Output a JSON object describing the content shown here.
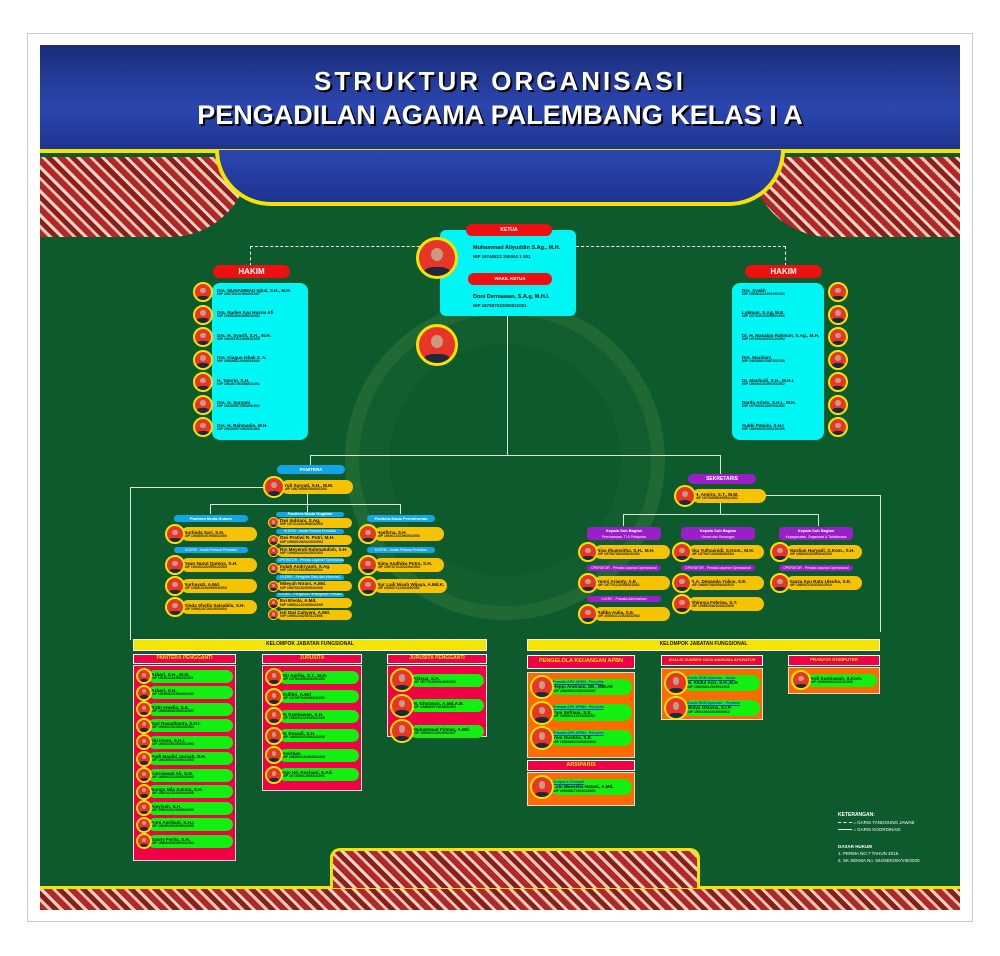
{
  "title": {
    "line1": "STRUKTUR ORGANISASI",
    "line2": "PENGADILAN AGAMA PALEMBANG KELAS I A"
  },
  "ketua": {
    "label": "KETUA",
    "name": "Muhammad Aliyuddin S.Ag., M.H.",
    "nip": "NIP 19740812 200003 1 001"
  },
  "wakil": {
    "label": "WAKIL KETUA",
    "name": "Doni Dermawan, S.A.g, M.H.I.",
    "nip": "NIP 197507022005021001"
  },
  "hakim_left": {
    "label": "HAKIM",
    "items": [
      {
        "name": "Drs. MUHAMMAD Iqbal, S.H., M.H.",
        "nip": "NIP 196703101994031007"
      },
      {
        "name": "Dra. Raden Ayu Husna Afi",
        "nip": "NIP 196504091993032002"
      },
      {
        "name": "Drs. H. Syarifi, S.H., M.H.",
        "nip": "NIP 196401011993031005"
      },
      {
        "name": "Drs. Kiagus Ishak Z. A.",
        "nip": "NIP 196608111993031004"
      },
      {
        "name": "H. Tamrin, S.H.",
        "nip": "NIP 196407291988021001"
      },
      {
        "name": "Drs. H. Suryani",
        "nip": "NIP 196305071993031002"
      },
      {
        "name": "Drs. H. Rahmadin, M.H.",
        "nip": "NIP 196305071993031002"
      }
    ]
  },
  "hakim_right": {
    "label": "HAKIM",
    "items": [
      {
        "name": "Drs. Syakh",
        "nip": "NIP 196304211991031003"
      },
      {
        "name": "Lukman, S.Ag, M.E.",
        "nip": "NIP 197410102005021001"
      },
      {
        "name": "Dr. H. Masalan Rahman, S.Ag., M.H.",
        "nip": "NIP 197609232003121002"
      },
      {
        "name": "Drs. Mardiani",
        "nip": "NIP 196305011987031005"
      },
      {
        "name": "Dr. Machudi, S.H., M.H.I.",
        "nip": "NIP 196003181991031002"
      },
      {
        "name": "Darda Aristo, S.H.I., M.H.",
        "nip": "NIP 197902012007041001"
      },
      {
        "name": "Subki Pataini, S.H.I",
        "nip": "NIP 196905201001101006"
      }
    ]
  },
  "panitera": {
    "label": "PANITERA",
    "name": "Yuli Suryati, S.H., M.M.",
    "nip": "NIP 196709081994031003"
  },
  "sekretaris": {
    "label": "SEKRETARIS",
    "name": "H. Amirin, S.T., M.M.",
    "nip": "NIP 197505082005021001"
  },
  "panitera_cols": [
    {
      "label": "Panitera Muda Hukum",
      "items": [
        {
          "name": "Nurlinda Sari, S.H.",
          "nip": "NIP 196805191994032003"
        },
        {
          "sub": "KLERIK - Analis Perkara Peradilan"
        },
        {
          "name": "Dean Nurul Qumria, S.H.",
          "nip": "NIP 199402202020122004"
        },
        {
          "name": "Nurhayati, A.Md.",
          "nip": "NIP 198312102006042004"
        },
        {
          "name": "Dinda Shofia Salsabila, S.H.",
          "nip": "NIP 199912072024032004"
        }
      ]
    },
    {
      "label": "Panitera Muda Gugatan",
      "items": [
        {
          "name": "Dwi Indriani, S.Ag.",
          "nip": "NIP 197212261998032003"
        },
        {
          "sub": "KLERIK - Analis Perkara Peradilan"
        },
        {
          "name": "Dwi Pratiwi R. Putri, M.H.",
          "nip": "NIP 199301282022032003"
        },
        {
          "name": "Rio Meyendi Rahmatullah, S.H.",
          "nip": "NIP 199804232022031003"
        },
        {
          "sub": "OPERATOR - Penata Layanan Operasional"
        },
        {
          "name": "Indah Andriyanti, S.Ag.",
          "nip": "NIP 197611052006042002"
        },
        {
          "sub": "KLERIK - Pengolah Data dan Informasi"
        },
        {
          "name": "Mileyah Nirani, A.Md.",
          "nip": "NIP 198702152009042006"
        },
        {
          "sub": "KLERIK - Pengelola Penanganan Perkara"
        },
        {
          "name": "Evi Elvola, A.Md.",
          "nip": "NIP 198511222009042005"
        },
        {
          "name": "Isti Dwi Cahyani, A.Md.",
          "nip": "NIP 199511042020122006"
        }
      ]
    },
    {
      "label": "Panitera Muda Permohonan",
      "items": [
        {
          "name": "Hasfirna, S.H.",
          "nip": "NIP 196911241994032003"
        },
        {
          "sub": "KLERIK - Analis Perkara Peradilan"
        },
        {
          "name": "Bima Andhika Putra, S.H.",
          "nip": "NIP 199707212022031004"
        },
        {
          "name": "Nur Laili Nisah Wijaya, A.Md.K.",
          "nip": "NIP 200007112024052001"
        }
      ]
    }
  ],
  "sekretaris_cols": [
    {
      "label": "Kepala Sub Bagian",
      "label2": "Perencanaan, TI & Pelaporan",
      "items": [
        {
          "name": "Nisa Ilhamsitha, S.H., M.H.",
          "nip": "NIP 197507082006041001"
        },
        {
          "sub": "OPERATOR - Penata Layanan Operasional"
        },
        {
          "name": "Yenni Arianty, S.E.",
          "nip": "NIP 197701132006012001"
        },
        {
          "sub": "KLERK - Pranata Administrasi"
        },
        {
          "name": "Rafika Aulia, S.E.",
          "nip": "NIP 200002122023032002"
        }
      ]
    },
    {
      "label": "Kepala Sub Bagian",
      "label2": "Umum dan Keuangan",
      "items": [
        {
          "name": "Eka Yulhasnidi, S.Kom., M.H.",
          "nip": "NIP 197907132006042004"
        },
        {
          "sub": "OPERATOR - Penata Layanan Operasional"
        },
        {
          "name": "R.A. Denanda Yulice, S.E.",
          "nip": "NIP 198007082006042015"
        },
        {
          "name": "Shinnya Febrina, S.T.",
          "nip": "NIP 199802082023022009"
        }
      ]
    },
    {
      "label": "Kepala Sub Bagian",
      "label2": "Kepegawaian, Organisasi & Tatalaksana",
      "items": [
        {
          "name": "Mardian Haryadi, S.Kom., S.H.",
          "nip": "NIP 198003152006041003"
        },
        {
          "sub": "OPERATOR - Penata Layanan Operasional"
        },
        {
          "name": "Sauza Ayu Ratu Ulsuha, S.E.",
          "nip": "NIP 198001102023022019"
        }
      ]
    }
  ],
  "fungsional_label": "KELOMPOK JABATAN FUNGSIONAL",
  "panitera_pengganti": {
    "label": "PANITERA PENGGANTI",
    "items": [
      {
        "name": "Azhari, S.H., M.Si.",
        "nip": "NIP 196511181994031001"
      },
      {
        "name": "Azhari, S.H.",
        "nip": "NIP 196808291994031003"
      },
      {
        "name": "Rizki Amelia, S.E.",
        "nip": "NIP 198008082006042002"
      },
      {
        "name": "Sari Rasadhanty, S.H.I.",
        "nip": "NIP 198401092006042003"
      },
      {
        "name": "Eki Irwan, S.H.I.",
        "nip": "NIP 198003052006041003"
      },
      {
        "name": "Andi Maulid Jaunah, S.H.",
        "nip": "NIP 198405062009042006"
      },
      {
        "name": "Kurniawati Ali, S.H.",
        "nip": "NIP 198002022006042002"
      },
      {
        "name": "Bunga Nila Sukma, S.H.",
        "nip": "NIP 198201152006042005"
      },
      {
        "name": "Aisyiyah, S.H.",
        "nip": "NIP 198202022009042006"
      },
      {
        "name": "Anni Apriliani, S.H.I.",
        "nip": "NIP 198404052009042005"
      },
      {
        "name": "Sanny Ferita, S.H.",
        "nip": "NIP 198304052006042004"
      }
    ]
  },
  "jurusita": {
    "label": "JURUSITA",
    "items": [
      {
        "name": "Eki Aprilia, S.T., M.H.",
        "nip": "NIP 197904092006041003"
      },
      {
        "name": "Zulfikri, A.Md",
        "nip": "NIP 197907042006041002"
      },
      {
        "name": "M. Kurniawan, S.H.",
        "nip": "NIP 198001102006041003"
      },
      {
        "name": "M. Rosadi, S.H.",
        "nip": "NIP 198005102006041006"
      },
      {
        "name": "Amirhan",
        "nip": "NIP 196802141994031004"
      },
      {
        "name": "Ego Hil. Rochani, S.Ad.",
        "nip": "NIP 197205012006041001"
      }
    ]
  },
  "jurusita_pengganti": {
    "label": "JURUSITA PENGGANTI",
    "items": [
      {
        "name": "Akhyar, S.H.",
        "nip": "NIP 197701052014081001"
      },
      {
        "name": "M. Ghozwan, A.Md.A.B.",
        "nip": "NIP 198806072015031002"
      },
      {
        "name": "Muhammad Firman, A.Md.",
        "nip": "NIP 199002122019031007"
      }
    ]
  },
  "keuangan": {
    "label": "PENGELOLA KEUANGAN APBN",
    "items": [
      {
        "role": "Pranata APK APBN - Penyelia",
        "name": "Heppi Andriani, SE., MM.Ak",
        "nip": "NIP 198005232006042007"
      },
      {
        "role": "Pranata APK APBN - Penyelia",
        "name": "Fani Sefriani, S.E.",
        "nip": "NIP 198001112013032001"
      },
      {
        "role": "Pranata APK APBN - Penyelia",
        "name": "Yani Gustina, S.E.",
        "nip": "NIP 198008022006042004"
      }
    ]
  },
  "arsiparis": {
    "label": "ARSIPARIS",
    "items": [
      {
        "role": "Arsiparis Terampil",
        "name": "Lulu Maesetia Hatani, A.Md.",
        "nip": "NIP 199008172020122001"
      }
    ]
  },
  "sdm": {
    "label": "ANALIS SUMBER DAYA MANUSIA APARATUR",
    "items": [
      {
        "role": "Analis SDM Aparatur - Muda",
        "name": "M. Abdul Aziz, S.H.,M.H",
        "nip": "NIP 198203112009011003"
      },
      {
        "role": "Analis SDM Aparatur - Pertama",
        "name": "Widya Oktavia, S.I.P.",
        "nip": "NIP 199110032019032012"
      }
    ]
  },
  "komputer": {
    "label": "PRANATA KOMPUTER",
    "items": [
      {
        "role": "",
        "name": "Ardi Kurniawan, S.Kom.",
        "nip": "NIP 199005202020121006"
      }
    ]
  },
  "legend": {
    "title": "KETERANGAN:",
    "dashed": "= GARIS TANGGUNG JAWAB",
    "solid": "= GARIS KOORDINASI",
    "dasar": "DASAR HUKUM",
    "law1": "1. PERMA NO.7 TAHUN 2015.",
    "law2": "2. SK SEKMA No. 604/SEK/SK/VIII/2020"
  },
  "colors": {
    "header_blue": "#2b46b0",
    "body_green": "#0d5a2c",
    "cyan": "#00f5f5",
    "yellow": "#f7c300",
    "red": "#ee1010",
    "purple": "#9b1fc8",
    "green_pill": "#11f011"
  }
}
